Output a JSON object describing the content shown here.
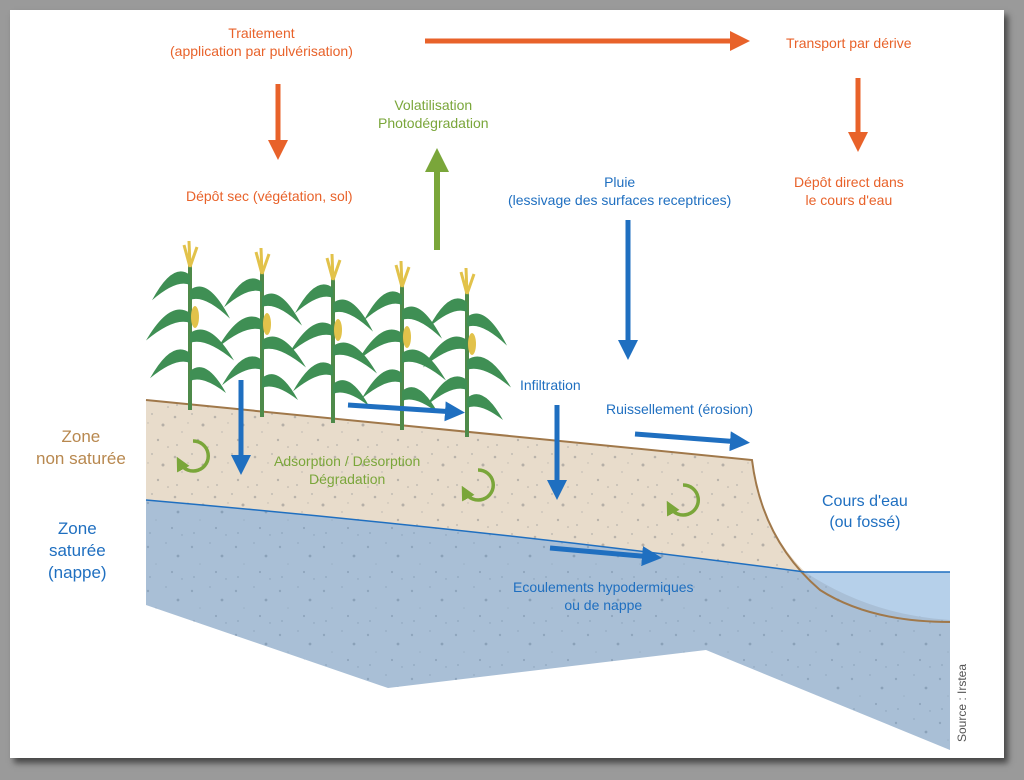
{
  "labels": {
    "traitement_1": "Traitement",
    "traitement_2": "(application par pulvérisation)",
    "transport": "Transport par dérive",
    "volatilisation_1": "Volatilisation",
    "volatilisation_2": "Photodégradation",
    "depot_sec": "Dépôt sec (végétation, sol)",
    "pluie_1": "Pluie",
    "pluie_2": "(lessivage des surfaces receptrices)",
    "depot_direct_1": "Dépôt direct dans",
    "depot_direct_2": "le cours d'eau",
    "infiltration": "Infiltration",
    "ruissellement": "Ruissellement (érosion)",
    "zone_non_saturee_1": "Zone",
    "zone_non_saturee_2": "non saturée",
    "adsorption_1": "Adsorption / Désorption",
    "adsorption_2": "Dégradation",
    "cours_eau_1": "Cours d'eau",
    "cours_eau_2": "(ou fossé)",
    "zone_saturee_1": "Zone",
    "zone_saturee_2": "saturée",
    "zone_saturee_3": "(nappe)",
    "ecoulements_1": "Ecoulements hypodermiques",
    "ecoulements_2": "ou de nappe",
    "source": "Source : Irstea"
  },
  "colors": {
    "orange": "#e8622a",
    "green": "#7aa63a",
    "blue": "#1f6fc0",
    "soil": "#e8dccb",
    "groundwater": "#a9bfd6",
    "water": "#b6d0ea",
    "soil_line": "#a0784a"
  },
  "plants": {
    "count": 5,
    "icon": "corn-plant-icon"
  }
}
